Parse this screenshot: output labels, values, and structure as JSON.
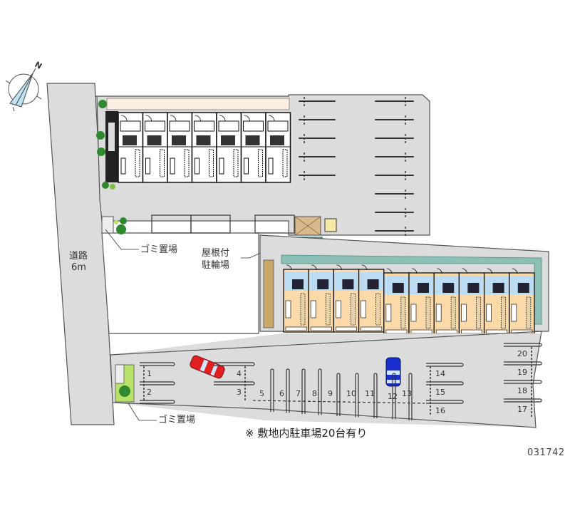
{
  "compass": {
    "label": "N"
  },
  "road": {
    "name": "道路",
    "width": "6m"
  },
  "labels": {
    "trash_north": "ゴミ置場",
    "trash_south": "ゴミ置場",
    "bike_parking_line1": "屋根付",
    "bike_parking_line2": "駐輪場"
  },
  "buildings": {
    "north_units": 7,
    "south_units": 10
  },
  "parking": {
    "spaces": [
      "1",
      "2",
      "3",
      "4",
      "5",
      "6",
      "7",
      "8",
      "9",
      "10",
      "11",
      "12",
      "13",
      "14",
      "15",
      "16",
      "17",
      "18",
      "19",
      "20"
    ],
    "occupied_red": "4",
    "occupied_blue": "12"
  },
  "footer": {
    "note": "※ 敷地内駐車場20台有り",
    "code": "031742"
  },
  "colors": {
    "ground": "#dcdcdc",
    "outline": "#555555",
    "north_strip": "#fbeee0",
    "unit_blue": "#bcdcf4",
    "unit_orange": "#fbd9a8",
    "teal": "#8ebfb5",
    "bike_shed": "#d8b98c",
    "tree": "#2f8a2f",
    "lawn": "#b9e26a",
    "car_red": "#e02020",
    "car_blue": "#1a2fd0"
  }
}
